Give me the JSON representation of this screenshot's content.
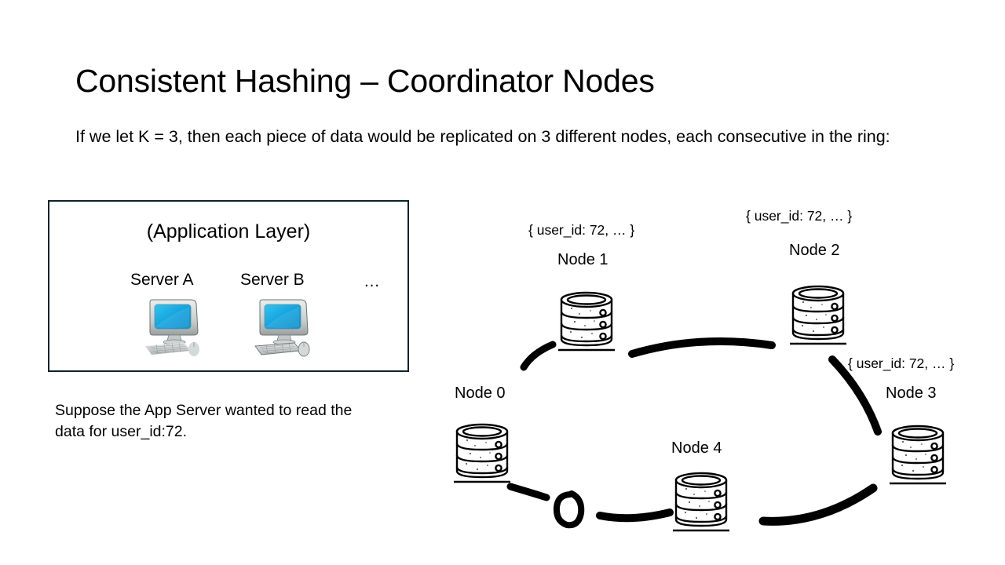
{
  "slide": {
    "title": "Consistent Hashing – Coordinator Nodes",
    "body": "If we let K = 3, then each piece of data would be replicated on 3 different nodes, each consecutive in the ring:",
    "caption": "Suppose the App Server wanted to read the data for user_id:72."
  },
  "app_layer": {
    "title": "(Application Layer)",
    "servers": [
      {
        "label": "Server A",
        "icon": "desktop-computer-icon"
      },
      {
        "label": "Server B",
        "icon": "desktop-computer-icon"
      }
    ],
    "ellipsis": "…"
  },
  "ring": {
    "nodes": [
      {
        "label": "Node 0",
        "payload": null,
        "icon": "database-stack-icon"
      },
      {
        "label": "Node 1",
        "payload": "{ user_id: 72, … }",
        "icon": "database-stack-icon"
      },
      {
        "label": "Node 2",
        "payload": "{ user_id: 72, … }",
        "icon": "database-stack-icon"
      },
      {
        "label": "Node 3",
        "payload": "{ user_id: 72, … }",
        "icon": "database-stack-icon"
      },
      {
        "label": "Node 4",
        "payload": null,
        "icon": "database-stack-icon"
      }
    ],
    "ring_marker": "0"
  },
  "colors": {
    "text": "#000000",
    "box_border": "#0d2329",
    "ink_stroke": "#000000",
    "screen_blue": "#1fa8e0",
    "bezel_gray": "#b9bdbd"
  }
}
